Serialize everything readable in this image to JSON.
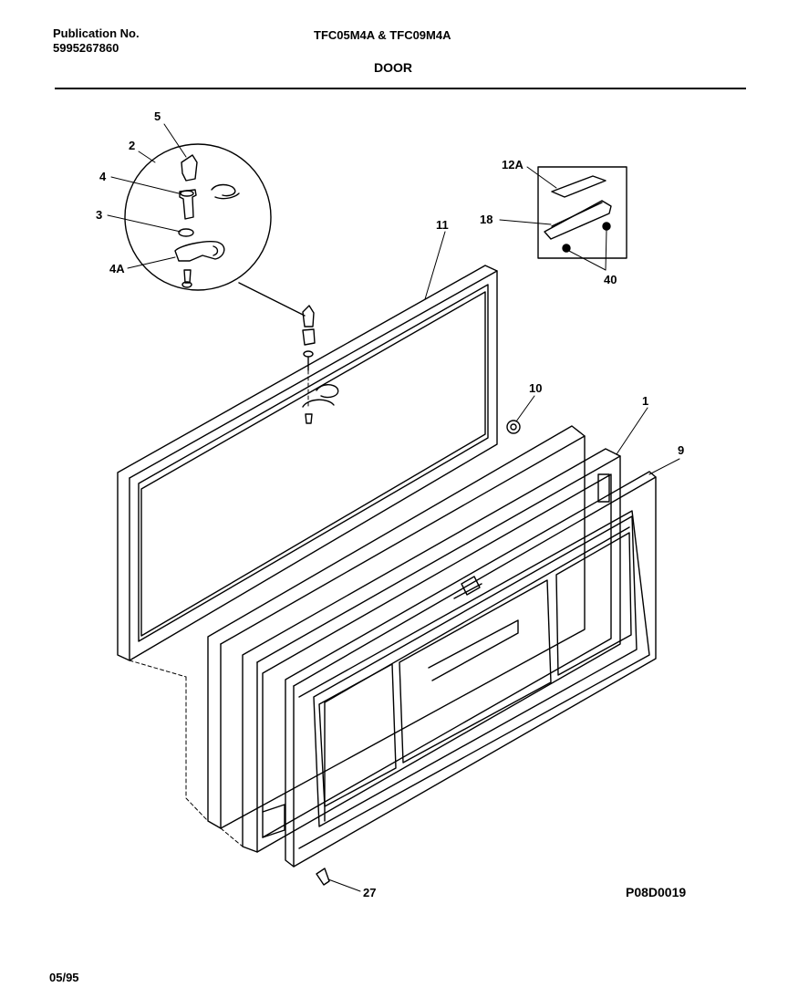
{
  "header": {
    "publication_label": "Publication No.",
    "publication_number": "5995267860",
    "models": "TFC05M4A & TFC09M4A",
    "section_title": "DOOR"
  },
  "footer": {
    "date": "05/95",
    "drawing_code": "P08D0019"
  },
  "callouts": {
    "c1": "1",
    "c2": "2",
    "c3": "3",
    "c4": "4",
    "c4a": "4A",
    "c5": "5",
    "c9": "9",
    "c10": "10",
    "c11": "11",
    "c12a": "12A",
    "c18": "18",
    "c27": "27",
    "c40": "40"
  }
}
